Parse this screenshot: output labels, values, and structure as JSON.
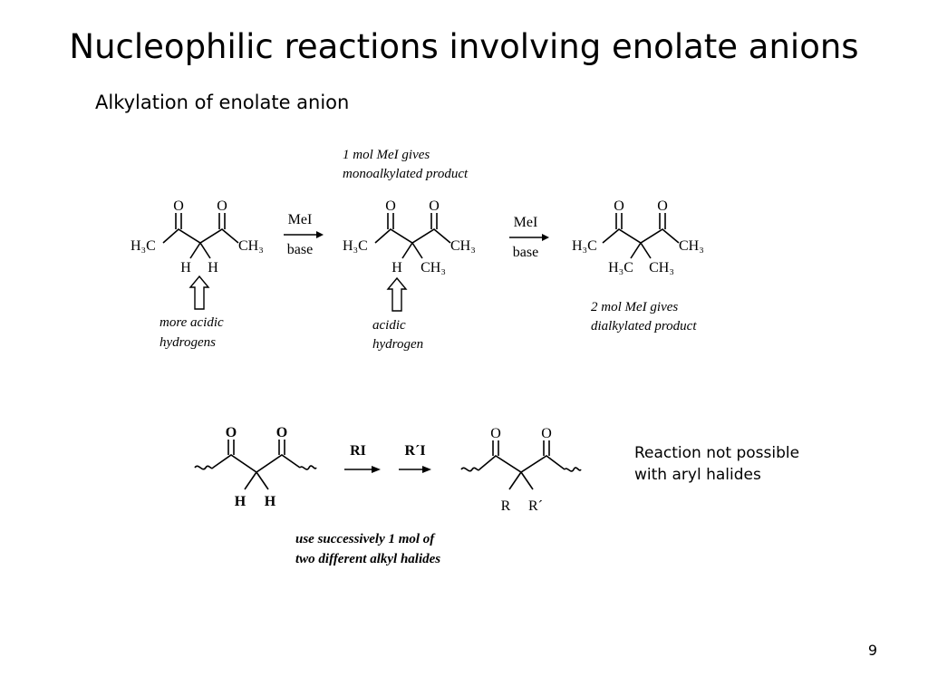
{
  "slide": {
    "title": "Nucleophilic reactions involving enolate anions",
    "subtitle": "Alkylation of enolate anion",
    "page_number": "9",
    "side_note_line1": "Reaction not possible",
    "side_note_line2": "with aryl halides"
  },
  "scheme1": {
    "top_note_line1": "1 mol MeI gives",
    "top_note_line2": "monoalkylated product",
    "reagent1": "MeI",
    "condition1": "base",
    "reagent2": "MeI",
    "condition2": "base",
    "mol1": {
      "o_left": "O",
      "o_right": "O",
      "left_group": "H₃C",
      "right_group": "CH₃",
      "sub1": "H",
      "sub2": "H"
    },
    "mol2": {
      "o_left": "O",
      "o_right": "O",
      "left_group": "H₃C",
      "right_group": "CH₃",
      "sub1": "H",
      "sub2": "CH₃"
    },
    "mol3": {
      "o_left": "O",
      "o_right": "O",
      "left_group": "H₃C",
      "right_group": "CH₃",
      "sub1": "H₃C",
      "sub2": "CH₃"
    },
    "note1_line1": "more acidic",
    "note1_line2": "hydrogens",
    "note2_line1": "acidic",
    "note2_line2": "hydrogen",
    "note3_line1": "2 mol MeI gives",
    "note3_line2": "dialkylated product"
  },
  "scheme2": {
    "mol1": {
      "o_left": "O",
      "o_right": "O",
      "sub1": "H",
      "sub2": "H"
    },
    "reagent1": "RI",
    "reagent2": "R´I",
    "mol2": {
      "o_left": "O",
      "o_right": "O",
      "sub1": "R",
      "sub2": "R´"
    },
    "note_line1": "use successively 1 mol of",
    "note_line2": "two different alkyl halides"
  }
}
